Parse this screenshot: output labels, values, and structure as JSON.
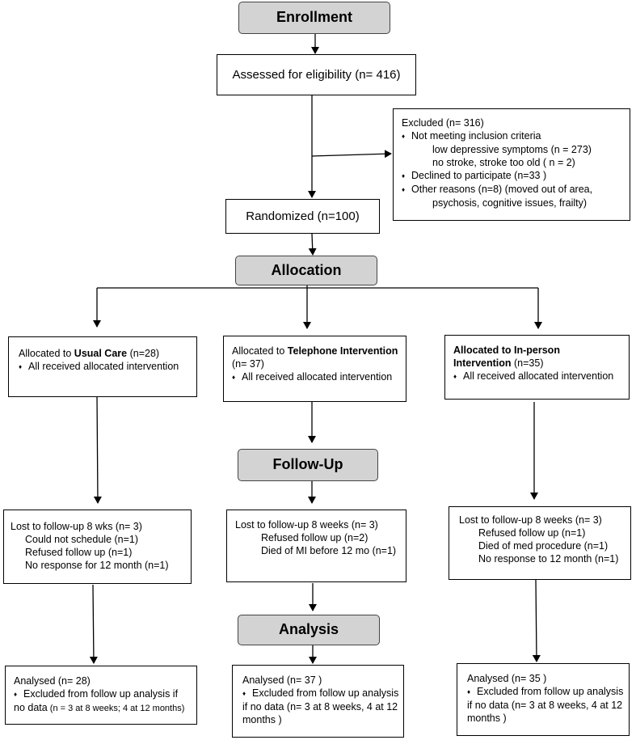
{
  "stages": {
    "enrollment": "Enrollment",
    "allocation": "Allocation",
    "followup": "Follow-Up",
    "analysis": "Analysis"
  },
  "assessed": "Assessed for eligibility (n= 416)",
  "excluded": {
    "title": "Excluded  (n= 316)",
    "item1": "Not meeting inclusion criteria",
    "item1_sub1": "low depressive symptoms (n = 273)",
    "item1_sub2": "no stroke, stroke too old ( n = 2)",
    "item2": "Declined to participate (n=33 )",
    "item3_line1": "Other reasons (n=8) (moved out of area,",
    "item3_line2": "psychosis, cognitive issues, frailty)"
  },
  "randomized": "Randomized (n=100)",
  "bullet_glyph": "♦",
  "allocated": {
    "usual": {
      "prefix": "Allocated to ",
      "name": "Usual Care",
      "suffix": " (n=28)",
      "bullet": "All received allocated intervention"
    },
    "telephone": {
      "prefix": "Allocated to ",
      "name": "Telephone Intervention",
      "line2": "(n= 37)",
      "bullet": "All received allocated intervention"
    },
    "inperson": {
      "name_line1": "Allocated to In-person",
      "name_line2": "Intervention",
      "suffix": " (n=35)",
      "bullet": "All received allocated intervention"
    }
  },
  "lost": {
    "usual": {
      "title": "Lost to follow-up 8 wks (n= 3)",
      "r1": "Could not schedule (n=1)",
      "r2": "Refused follow up (n=1)",
      "r3": "No response for 12 month (n=1)"
    },
    "telephone": {
      "title": "Lost to follow-up 8 weeks (n= 3)",
      "r1": "Refused follow up (n=2)",
      "r2": "Died of MI before 12 mo (n=1)"
    },
    "inperson": {
      "title": "Lost to follow-up 8 weeks (n= 3)",
      "r1": "Refused follow up (n=1)",
      "r2": "Died of med procedure (n=1)",
      "r3": "No response to 12 month (n=1)"
    }
  },
  "analysed": {
    "usual": {
      "title": "Analysed  (n= 28)",
      "b1": "Excluded from follow up analysis if",
      "b2": "no data",
      "b2_small": " (n = 3 at 8 weeks; 4 at 12 months)"
    },
    "telephone": {
      "title": "Analysed  (n= 37 )",
      "b1": "Excluded from follow up analysis",
      "b2": "if no data (n= 3 at 8 weeks, 4 at 12",
      "b3": "months )"
    },
    "inperson": {
      "title": "Analysed  (n= 35 )",
      "b1": "Excluded from follow up analysis",
      "b2": "if no data (n= 3 at 8 weeks, 4 at 12",
      "b3": "months )"
    }
  }
}
